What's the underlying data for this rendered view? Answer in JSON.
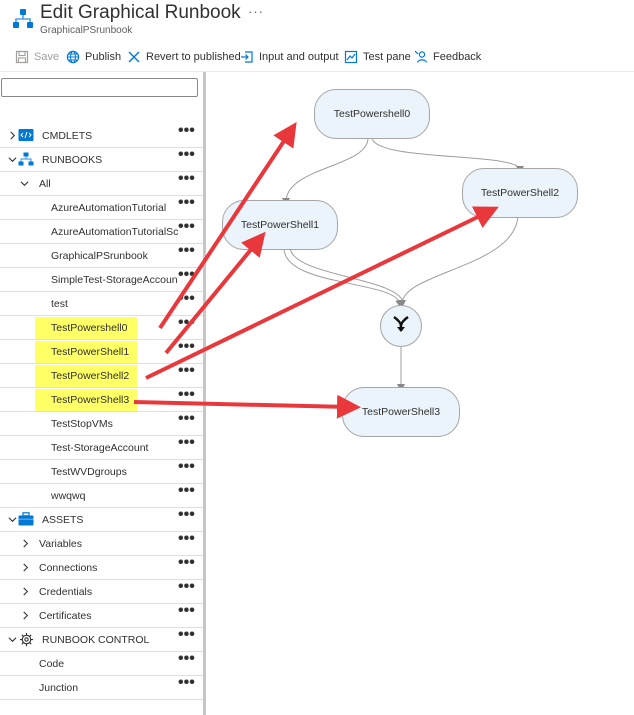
{
  "header": {
    "title": "Edit Graphical Runbook",
    "subtitle": "GraphicalPSrunbook",
    "more": "···"
  },
  "toolbar": {
    "save": "Save",
    "publish": "Publish",
    "revert": "Revert to published",
    "io": "Input and output",
    "testpane": "Test pane",
    "feedback": "Feedback"
  },
  "search": {
    "value": "",
    "placeholder": ""
  },
  "tree": {
    "cmdlets": "CMDLETS",
    "runbooks": "RUNBOOKS",
    "all": "All",
    "runbook_items": [
      "AzureAutomationTutorial",
      "AzureAutomationTutorialScript",
      "GraphicalPSrunbook",
      "SimpleTest-StorageAccount",
      "test",
      "TestPowershell0",
      "TestPowerShell1",
      "TestPowerShell2",
      "TestPowerShell3",
      "TestStopVMs",
      "Test-StorageAccount",
      "TestWVDgroups",
      "wwqwq"
    ],
    "assets": "ASSETS",
    "asset_items": [
      "Variables",
      "Connections",
      "Credentials",
      "Certificates"
    ],
    "runbook_control": "RUNBOOK CONTROL",
    "control_items": [
      "Code",
      "Junction"
    ],
    "dots": "•••"
  },
  "canvas": {
    "nodes": {
      "n0": "TestPowershell0",
      "n1": "TestPowerShell1",
      "n2": "TestPowerShell2",
      "n3": "TestPowerShell3"
    }
  },
  "colors": {
    "highlight": "#ffff66",
    "annotation_arrow": "#e8383c",
    "node_fill": "#ebf3fb",
    "accent": "#0078d4"
  },
  "icons": {
    "logo": "runbook-hierarchy-icon",
    "save": "save-icon",
    "publish": "globe-icon",
    "revert": "close-x-icon",
    "io": "input-output-icon",
    "testpane": "test-pane-icon",
    "feedback": "feedback-person-icon",
    "cmdlets": "code-icon",
    "runbooks": "hierarchy-icon",
    "assets": "briefcase-icon",
    "runbook_control": "gear-icon",
    "junction": "merge-icon"
  }
}
